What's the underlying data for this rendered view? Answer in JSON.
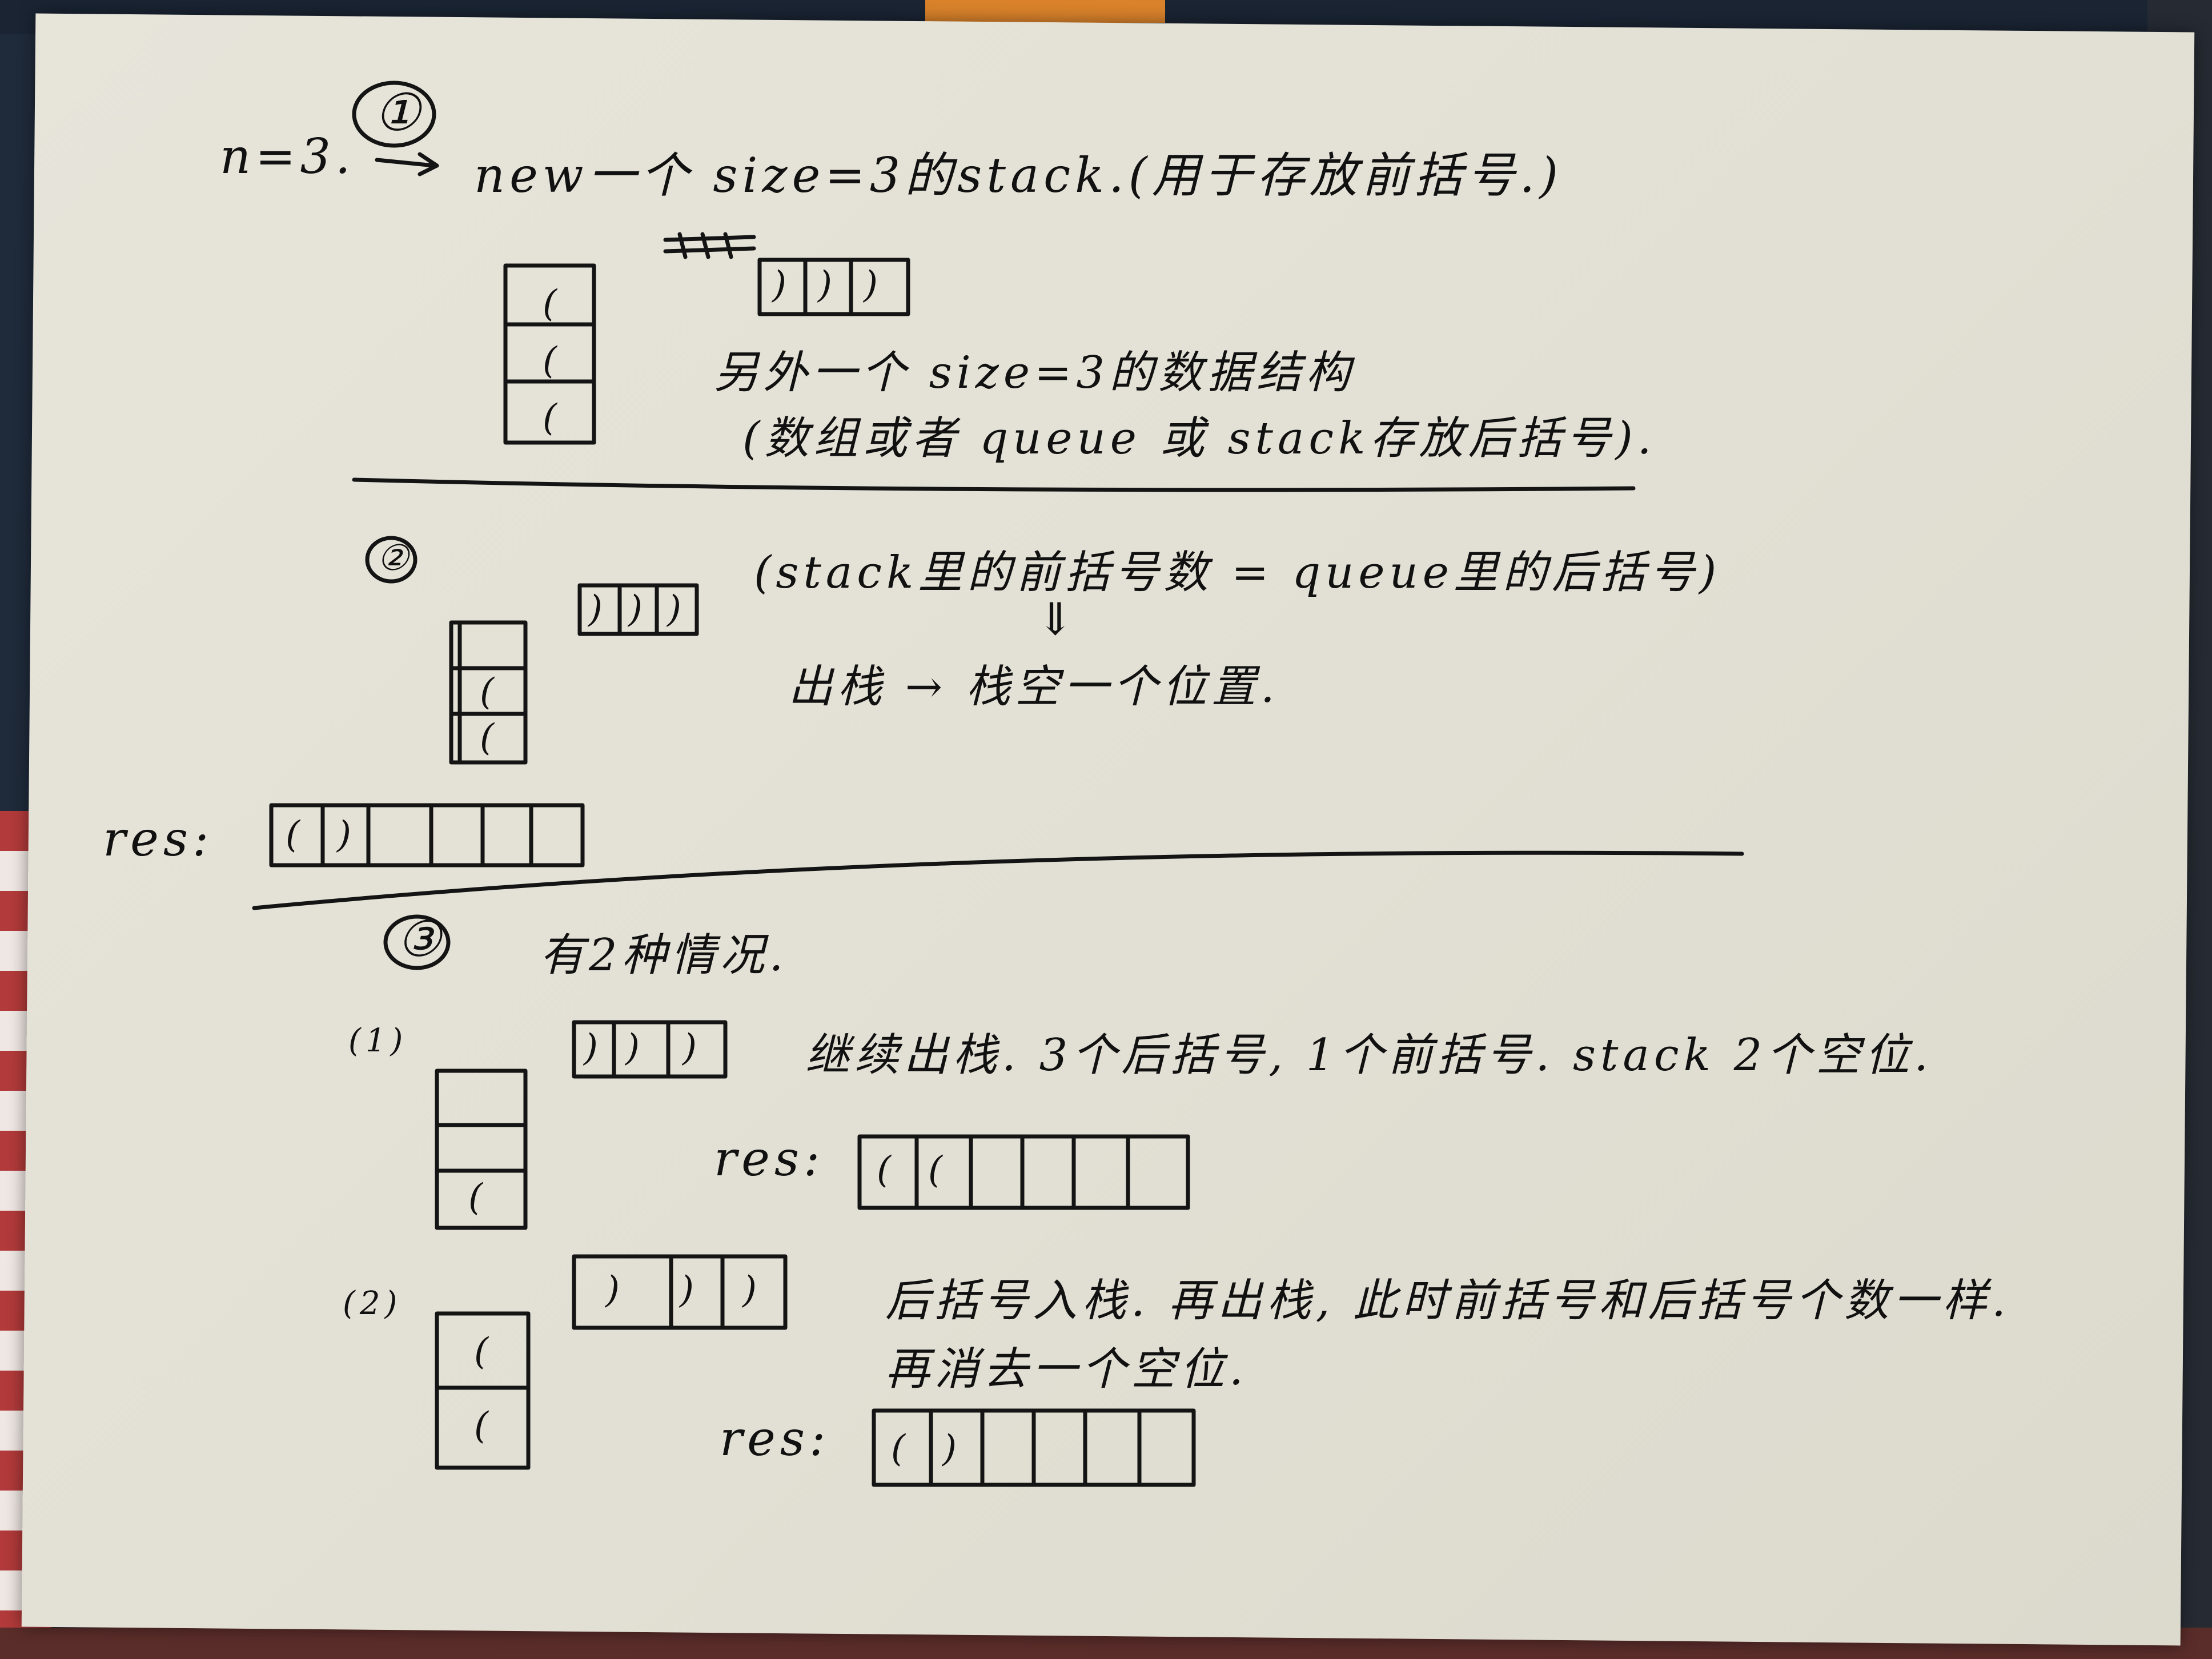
{
  "section1": {
    "number": "①",
    "n_label": "n=3.",
    "line1": "new一个 size=3的stack.(用于存放前括号.)",
    "stack_cells": [
      "(",
      "(",
      "("
    ],
    "array_cells": [
      ")",
      ")",
      ")"
    ],
    "line2": "另外一个 size=3的数据结构",
    "line3": "(数组或者 queue 或 stack存放后括号)."
  },
  "section2": {
    "number": "②",
    "array_cells": [
      ")",
      ")",
      ")"
    ],
    "stack_cells": [
      "",
      "(",
      "("
    ],
    "line1": "(stack里的前括号数 = queue里的后括号)",
    "arrow": "⇓",
    "line2": "出栈 → 栈空一个位置.",
    "res_label": "res:",
    "res_cells": [
      "(",
      ")",
      "",
      "",
      "",
      ""
    ]
  },
  "section3": {
    "number": "③",
    "intro": "有2种情况.",
    "case1": {
      "label": "(1)",
      "array_cells": [
        ")",
        ")",
        ")"
      ],
      "stack_cells": [
        "",
        "",
        "("
      ],
      "text": "继续出栈. 3个后括号, 1个前括号. stack 2个空位.",
      "res_label": "res:",
      "res_cells": [
        "(",
        "(",
        "",
        "",
        "",
        ""
      ]
    },
    "case2": {
      "label": "(2)",
      "array_cells": [
        ")",
        ")",
        ")"
      ],
      "stack_cells": [
        "(",
        "("
      ],
      "text1": "后括号入栈. 再出栈, 此时前括号和后括号个数一样.",
      "text2": "再消去一个空位.",
      "res_label": "res:",
      "res_cells": [
        "(",
        ")",
        "",
        "",
        "",
        ""
      ]
    }
  }
}
